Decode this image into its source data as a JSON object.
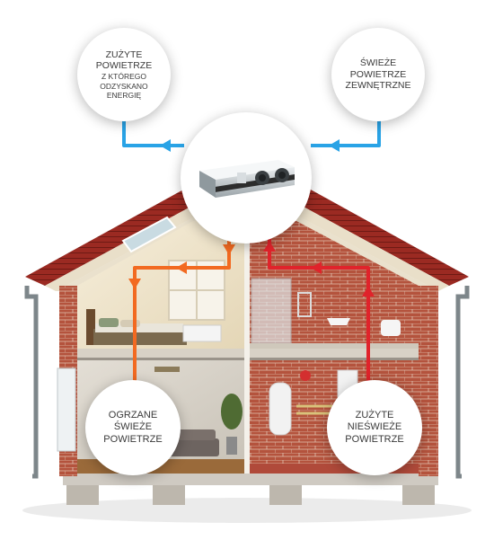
{
  "labels": {
    "exhaust_recovered": {
      "line1": "ZUŻYTE",
      "line2": "POWIETRZE",
      "line3": "Z KTÓREGO",
      "line4": "ODZYSKANO",
      "line5": "ENERGIĘ"
    },
    "fresh_outdoor": {
      "line1": "ŚWIEŻE",
      "line2": "POWIETRZE",
      "line3": "ZEWNĘTRZNE"
    },
    "heated_fresh": {
      "line1": "OGRZANE",
      "line2": "ŚWIEŻE",
      "line3": "POWIETRZE"
    },
    "stale_used": {
      "line1": "ZUŻYTE",
      "line2": "NIEŚWIEŻE",
      "line3": "POWIETRZE"
    }
  },
  "colors": {
    "exhaust_flow": "#29a3e6",
    "fresh_flow": "#29a3e6",
    "supply_flow": "#f26a21",
    "extract_flow": "#e0232b",
    "roof_tile": "#9b2a22",
    "brick": "#b4533d",
    "plaster": "#f1e8d3",
    "floor_wood": "#9a6a3a",
    "concrete": "#cfcac2"
  },
  "icons": {
    "unit": "heat-recovery-ventilation-unit-icon",
    "arrow": "flow-arrow-icon"
  }
}
